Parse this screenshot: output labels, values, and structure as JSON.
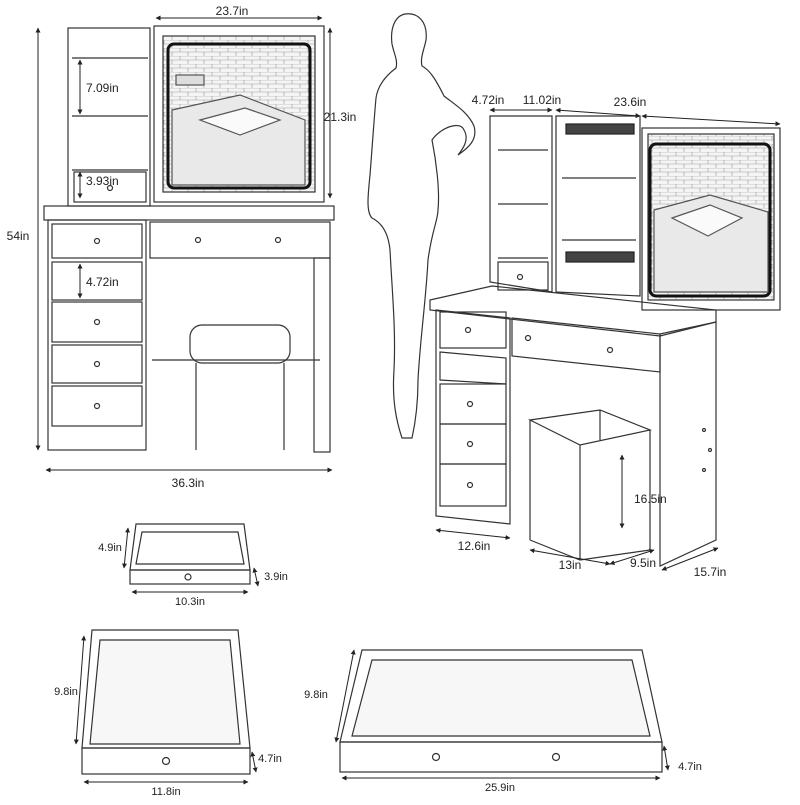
{
  "dimensions": {
    "front_mirror_width": "23.7in",
    "front_mirror_height": "21.3in",
    "front_total_height": "54in",
    "front_shelf_height": "7.09in",
    "front_small_drawer_height": "3.93in",
    "front_open_cubby_height": "4.72in",
    "front_total_width": "36.3in",
    "side_shelf_width": "4.72in",
    "side_cabinet_width": "11.02in",
    "side_mirror_width": "23.6in",
    "stool_height": "16.5in",
    "cabinet_width": "12.6in",
    "stool_width": "13in",
    "stool_depth": "9.5in",
    "desk_depth": "15.7in",
    "small_drawer_depth": "4.9in",
    "small_drawer_height": "3.9in",
    "small_drawer_width": "10.3in",
    "medium_drawer_depth": "9.8in",
    "medium_drawer_height": "4.7in",
    "medium_drawer_width": "11.8in",
    "large_drawer_depth": "9.8in",
    "large_drawer_height": "4.7in",
    "large_drawer_width": "25.9in"
  }
}
